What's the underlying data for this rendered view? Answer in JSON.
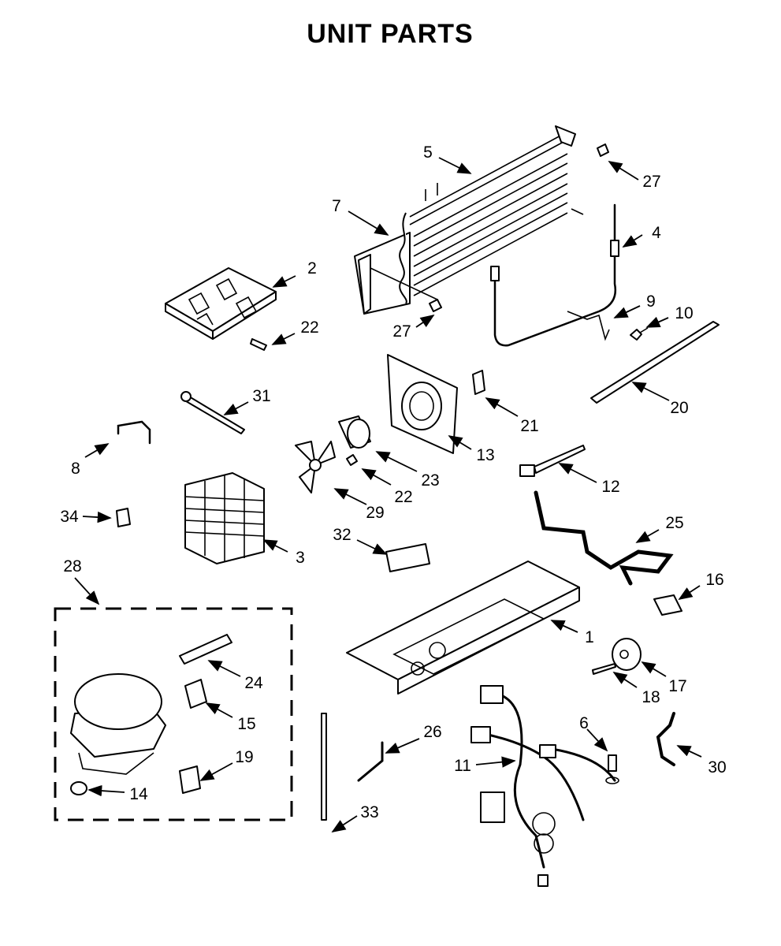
{
  "title": "UNIT PARTS",
  "callouts": {
    "c1": "1",
    "c2": "2",
    "c3": "3",
    "c4": "4",
    "c5": "5",
    "c6": "6",
    "c7": "7",
    "c8": "8",
    "c9": "9",
    "c10": "10",
    "c11": "11",
    "c12": "12",
    "c13": "13",
    "c14": "14",
    "c15": "15",
    "c16": "16",
    "c17": "17",
    "c18": "18",
    "c19": "19",
    "c20": "20",
    "c21": "21",
    "c22a": "22",
    "c22b": "22",
    "c23": "23",
    "c24": "24",
    "c25": "25",
    "c26": "26",
    "c27a": "27",
    "c27b": "27",
    "c28": "28",
    "c29": "29",
    "c30": "30",
    "c31": "31",
    "c32": "32",
    "c33": "33",
    "c34": "34"
  }
}
